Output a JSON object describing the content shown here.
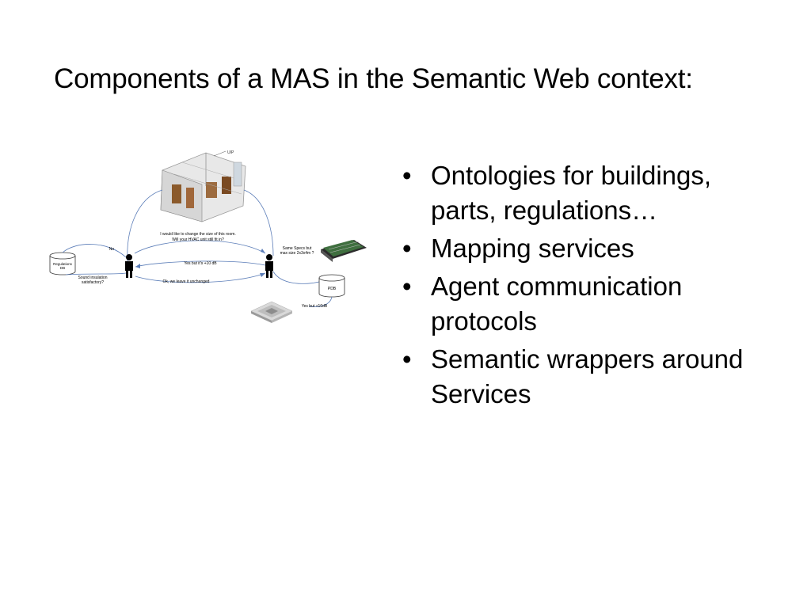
{
  "slide": {
    "title": "Components of a MAS in the Semantic Web context:",
    "bullets": [
      "Ontologies for buildings, parts, regulations…",
      "Mapping services",
      "Agent communication protocols",
      "Semantic wrappers around Services"
    ],
    "bullet_symbol": "•"
  },
  "diagram": {
    "messages": {
      "change_request_line1": "I would like to change the size of this room.",
      "change_request_line2": "Will your HVAC unit still fit in?",
      "reply_yes": "Yes but it's +10 dB",
      "reply_ok": "Ok, we leave it unchanged",
      "no": "No",
      "sound_question_line1": "Sound insulation",
      "sound_question_line2": "satisfactory?",
      "same_specs_line1": "Same Specs but",
      "same_specs_line2": "max size 2x3x4m ?",
      "yes_10db": "Yes but +10dB"
    },
    "databases": {
      "regulations_line1": "Regulations",
      "regulations_line2": "DB",
      "pdb": "PDB"
    },
    "building_label": "UIP",
    "icons": [
      "building-model-icon",
      "agent-person-icon",
      "database-icon",
      "hvac-unit-icon",
      "ceiling-fan-unit-icon"
    ]
  }
}
